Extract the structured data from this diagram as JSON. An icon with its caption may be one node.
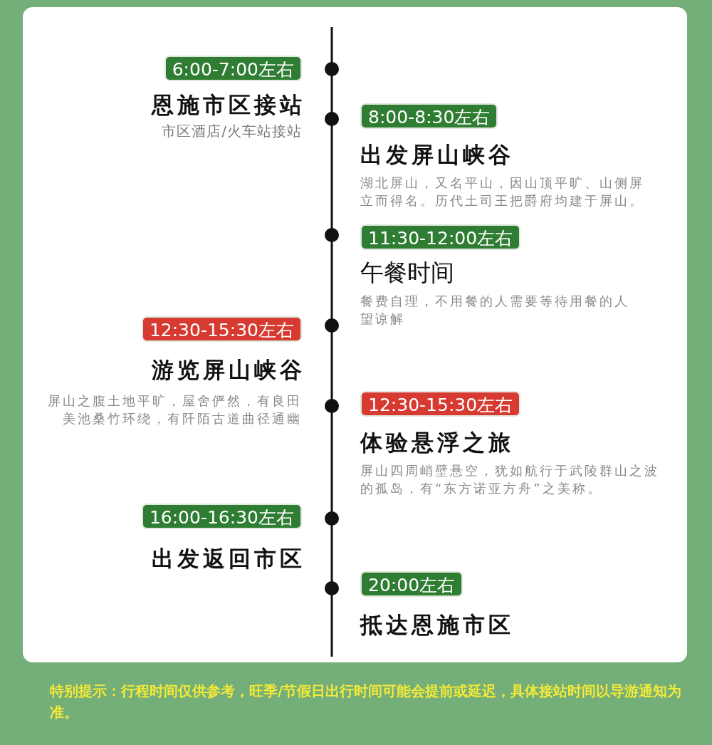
{
  "diagram": {
    "nodes": [
      {
        "text": [
          "6:00-7:00左右"
        ],
        "beside": [
          "恩施市区接站",
          "市区酒店/火车站接站"
        ]
      },
      {
        "text": [
          "8:00-8:30左右"
        ],
        "beside": [
          "出发屏山峡谷",
          "湖北屏山，又名平山，因山顶平旷、山侧屏立而得名。历代土司王把爵府均建于屏山。"
        ]
      },
      {
        "text": [
          "11:30-12:00左右"
        ],
        "beside": [
          "午餐时间",
          "餐费自理，不用餐的人需要等待用餐的人望谅解"
        ]
      },
      {
        "text": [
          "12:30-15:30左右"
        ],
        "beside": [
          "游览屏山峡谷",
          "屏山之腹土地平旷，屋舍俨然，有良田美池桑竹环绕，有阡陌古道曲径通幽"
        ]
      },
      {
        "text": [
          "12:30-15:30左右"
        ],
        "beside": [
          "体验悬浮之旅",
          "屏山四周峭壁悬空，犹如航行于武陵群山之波的孤岛，有“东方诺亚方舟”之美称。"
        ]
      },
      {
        "text": [
          "16:00-16:30左右"
        ],
        "beside": [
          "出发返回市区"
        ]
      },
      {
        "text": [
          "20:00左右"
        ],
        "beside": [
          "抵达恩施市区"
        ]
      }
    ],
    "labels": [
      "特别提示：行程时间仅供参考，旺季/节假日出行时间可能会提前或延迟，具体接站时间以导游通知为准。"
    ]
  }
}
